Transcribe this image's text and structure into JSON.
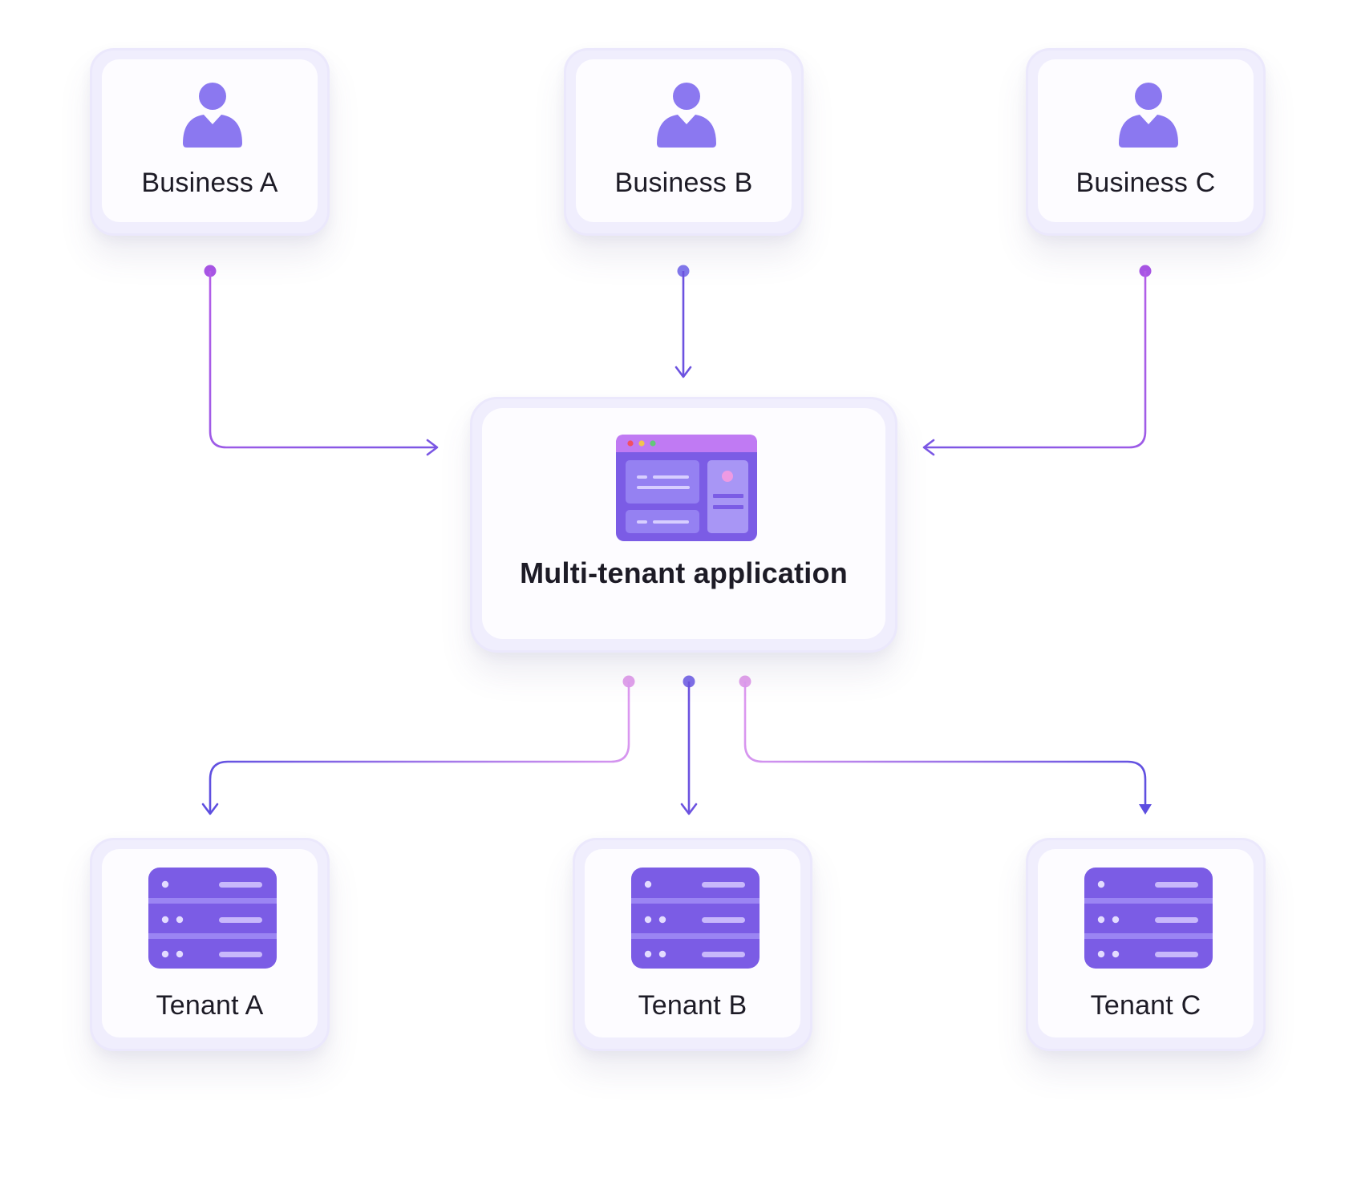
{
  "businesses": [
    {
      "label": "Business A",
      "icon": "person-icon"
    },
    {
      "label": "Business B",
      "icon": "person-icon"
    },
    {
      "label": "Business C",
      "icon": "person-icon"
    }
  ],
  "application": {
    "label": "Multi-tenant application",
    "icon": "app-window-icon"
  },
  "tenants": [
    {
      "label": "Tenant A",
      "icon": "server-icon"
    },
    {
      "label": "Tenant B",
      "icon": "server-icon"
    },
    {
      "label": "Tenant C",
      "icon": "server-icon"
    }
  ],
  "colors": {
    "accent": "#7b5ce5",
    "icon": "#8b78f0",
    "connector_violet": "#6c52e0",
    "connector_pink": "#cf86f0",
    "card_border": "#ebe8fc",
    "card_fill": "#fdfcff",
    "text": "#1d1b26"
  }
}
